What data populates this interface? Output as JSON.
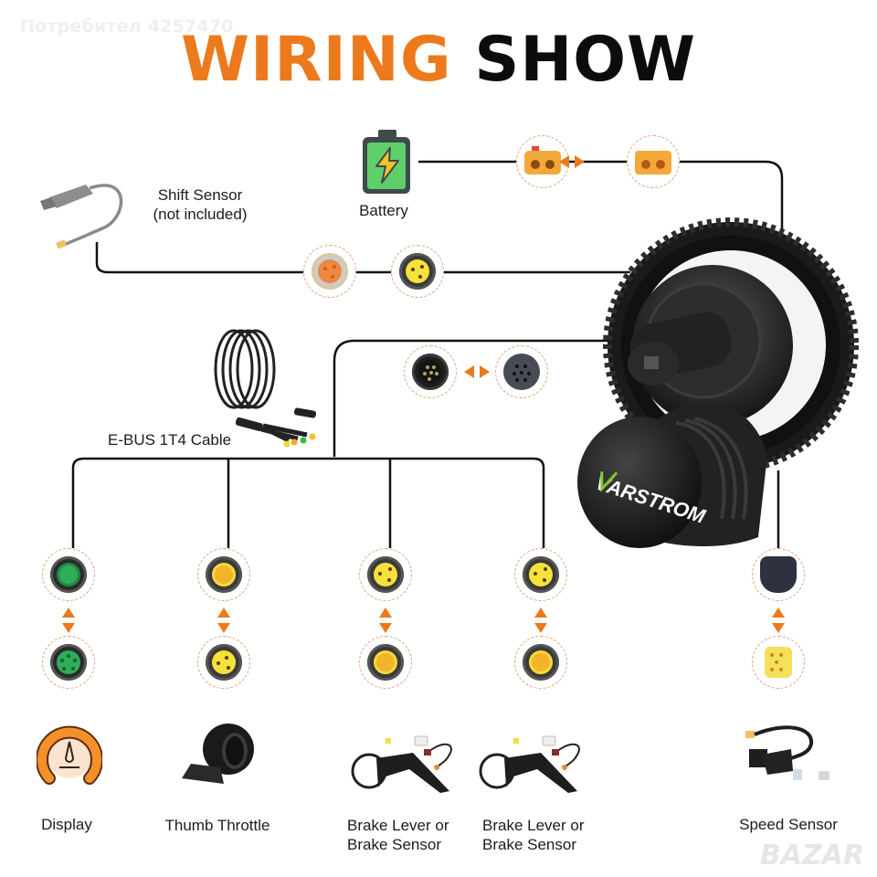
{
  "watermark": "Потребител 4257470",
  "title": {
    "word1": "WIRING",
    "word2": "SHOW"
  },
  "colors": {
    "accent": "#ec7a1c",
    "title_dark": "#0c0c0c",
    "battery_green": "#5fcf6a",
    "bolt_yellow": "#f5c12a",
    "connector_yellow": "#f4d93a",
    "connector_green": "#2fae5a",
    "wire": "#111111"
  },
  "components": {
    "shift_sensor": {
      "label_line1": "Shift Sensor",
      "label_line2": "(not included)",
      "icon": "shift-sensor-cable"
    },
    "battery": {
      "label": "Battery",
      "icon": "battery-icon"
    },
    "ebus_cable": {
      "label": "E-BUS 1T4 Cable",
      "icon": "coiled-cable"
    },
    "motor": {
      "brand": "VARSTROM",
      "icon": "mid-drive-motor"
    },
    "devices": [
      {
        "id": "display",
        "label_line1": "Display",
        "label_line2": "",
        "icon": "speedometer-icon"
      },
      {
        "id": "thumb_throttle",
        "label_line1": "Thumb Throttle",
        "label_line2": "",
        "icon": "thumb-throttle"
      },
      {
        "id": "brake_1",
        "label_line1": "Brake Lever or",
        "label_line2": "Brake Sensor",
        "icon": "brake-lever"
      },
      {
        "id": "brake_2",
        "label_line1": "Brake Lever or",
        "label_line2": "Brake Sensor",
        "icon": "brake-lever"
      },
      {
        "id": "speed_sensor",
        "label_line1": "Speed Sensor",
        "label_line2": "",
        "icon": "speed-sensor"
      }
    ]
  },
  "connectors": {
    "battery_pair": [
      "XT60 female",
      "XT60 male"
    ],
    "shift_pair": [
      "orange 3-pin",
      "yellow 3-pin"
    ],
    "motor_pair": [
      "8-pin male",
      "8-pin female"
    ],
    "device_pairs": [
      [
        "green 6-pin male",
        "green 6-pin female"
      ],
      [
        "yellow 3-pin male",
        "yellow 3-pin female"
      ],
      [
        "yellow 2-pin female",
        "yellow 2-pin male"
      ],
      [
        "yellow 2-pin female",
        "yellow 2-pin male"
      ],
      [
        "speed sensor socket",
        "yellow 6-pin male"
      ]
    ]
  },
  "watermark_bottom": "BAZAR"
}
